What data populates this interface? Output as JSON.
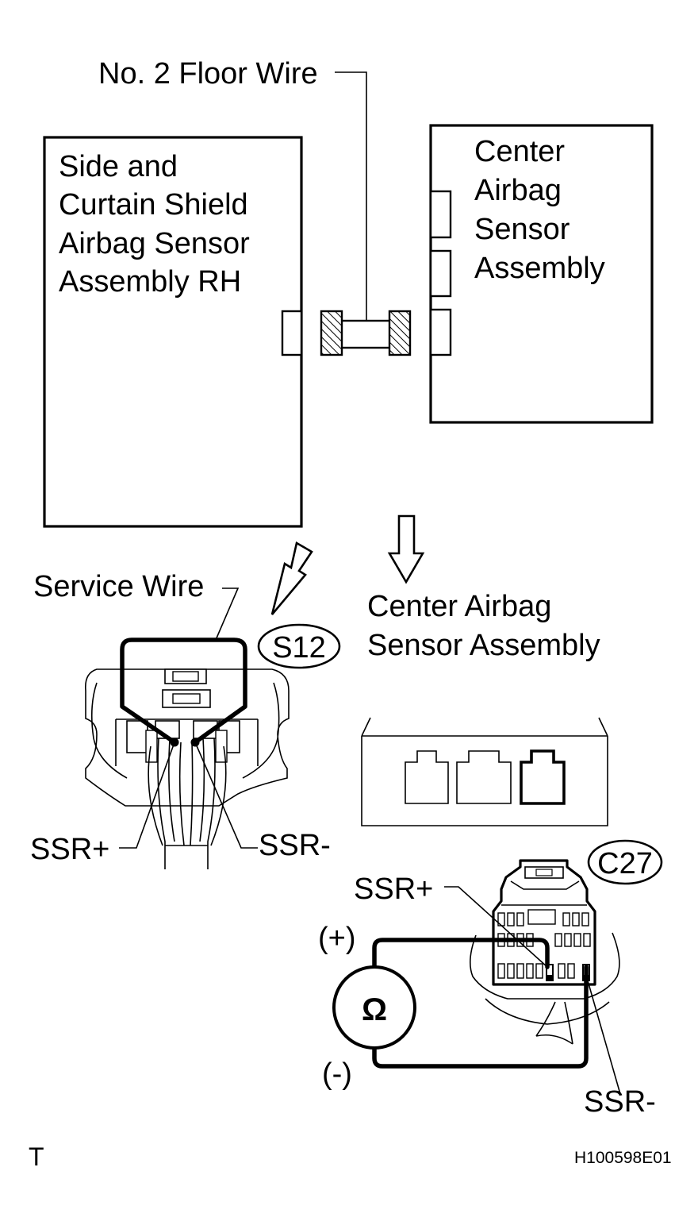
{
  "labels": {
    "floor_wire": "No. 2 Floor Wire",
    "side_sensor": [
      "Side and",
      "Curtain Shield",
      "Airbag Sensor",
      "Assembly RH"
    ],
    "center_sensor": [
      "Center",
      "Airbag",
      "Sensor",
      "Assembly"
    ],
    "service_wire": "Service Wire",
    "center_sensor_view": [
      "Center Airbag",
      "Sensor Assembly"
    ],
    "connector_s12": "S12",
    "connector_c27": "C27",
    "ssr_plus_left": "SSR+",
    "ssr_minus_left": "SSR-",
    "ssr_plus_right": "SSR+",
    "ssr_minus_right": "SSR-",
    "meter_plus": "(+)",
    "meter_minus": "(-)",
    "ohm_symbol": "Ω",
    "corner_mark": "T",
    "figure_code": "H100598E01"
  }
}
